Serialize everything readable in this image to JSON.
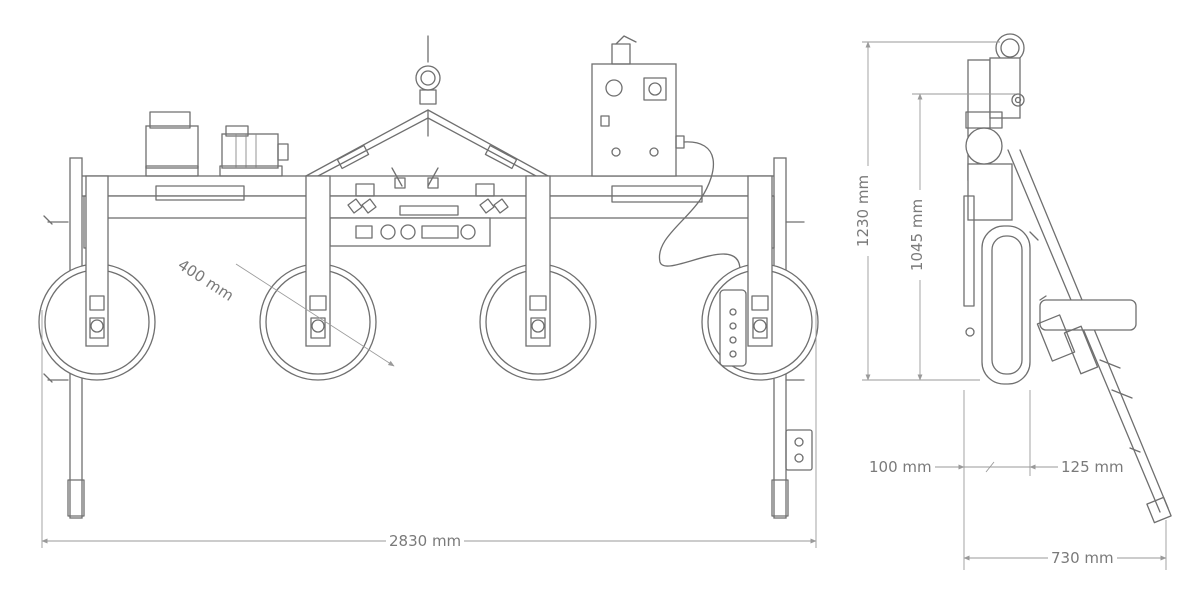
{
  "dimensions": {
    "total_width": "2830 mm",
    "wheel_diameter": "400 mm",
    "total_height": "1230 mm",
    "inner_height": "1045 mm",
    "left_offset": "100 mm",
    "right_offset": "125 mm",
    "total_depth": "730 mm"
  },
  "colors": {
    "line": "#6f6f6f",
    "dimension": "#9a9a9a",
    "background": "#ffffff"
  }
}
